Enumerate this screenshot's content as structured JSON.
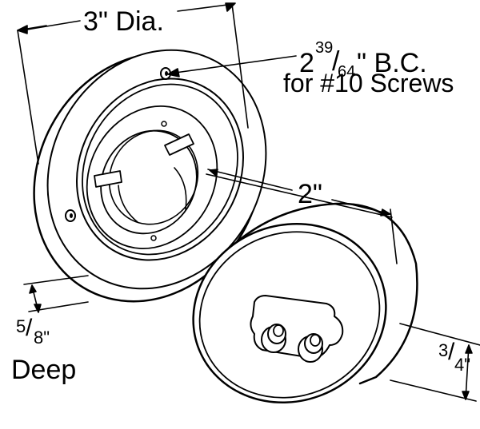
{
  "diameter_label": "3\" Dia.",
  "bolt_circle": {
    "whole": "2",
    "numerator": "39",
    "denominator": "64",
    "suffix": "\" B.C.",
    "line2": "for #10 Screws"
  },
  "lens_diameter_label": "2\"",
  "depth": {
    "numerator": "5",
    "denominator": "8\"",
    "word": "Deep"
  },
  "lens_depth": {
    "numerator": "3",
    "denominator": "4\""
  },
  "colors": {
    "ink": "#000000",
    "paper": "#ffffff"
  }
}
